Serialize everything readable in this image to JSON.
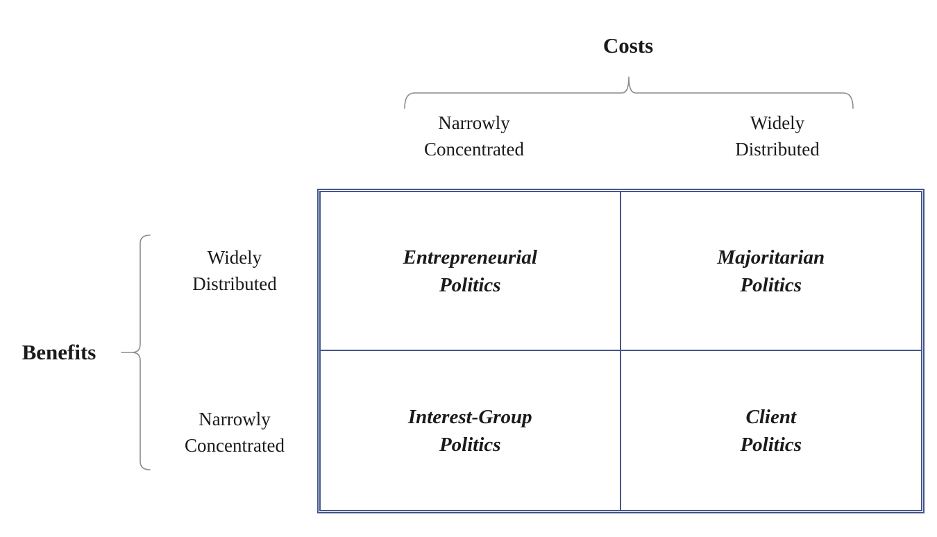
{
  "matrix": {
    "title_costs": "Costs",
    "title_benefits": "Benefits",
    "columns": [
      {
        "label": "Narrowly\nConcentrated"
      },
      {
        "label": "Widely\nDistributed"
      }
    ],
    "rows": [
      {
        "label": "Widely\nDistributed"
      },
      {
        "label": "Narrowly\nConcentrated"
      }
    ],
    "quadrants": [
      {
        "costs": "Narrowly Concentrated",
        "benefits": "Widely Distributed",
        "label": "Entrepreneurial\nPolitics"
      },
      {
        "costs": "Widely Distributed",
        "benefits": "Widely Distributed",
        "label": "Majoritarian\nPolitics"
      },
      {
        "costs": "Narrowly Concentrated",
        "benefits": "Narrowly Concentrated",
        "label": "Interest-Group\nPolitics"
      },
      {
        "costs": "Widely Distributed",
        "benefits": "Narrowly Concentrated",
        "label": "Client\nPolitics"
      }
    ]
  },
  "colors": {
    "table_border": "#44568C",
    "brace": "#8C8C8C",
    "text": "#1A1A1A",
    "background": "#FFFFFF"
  }
}
